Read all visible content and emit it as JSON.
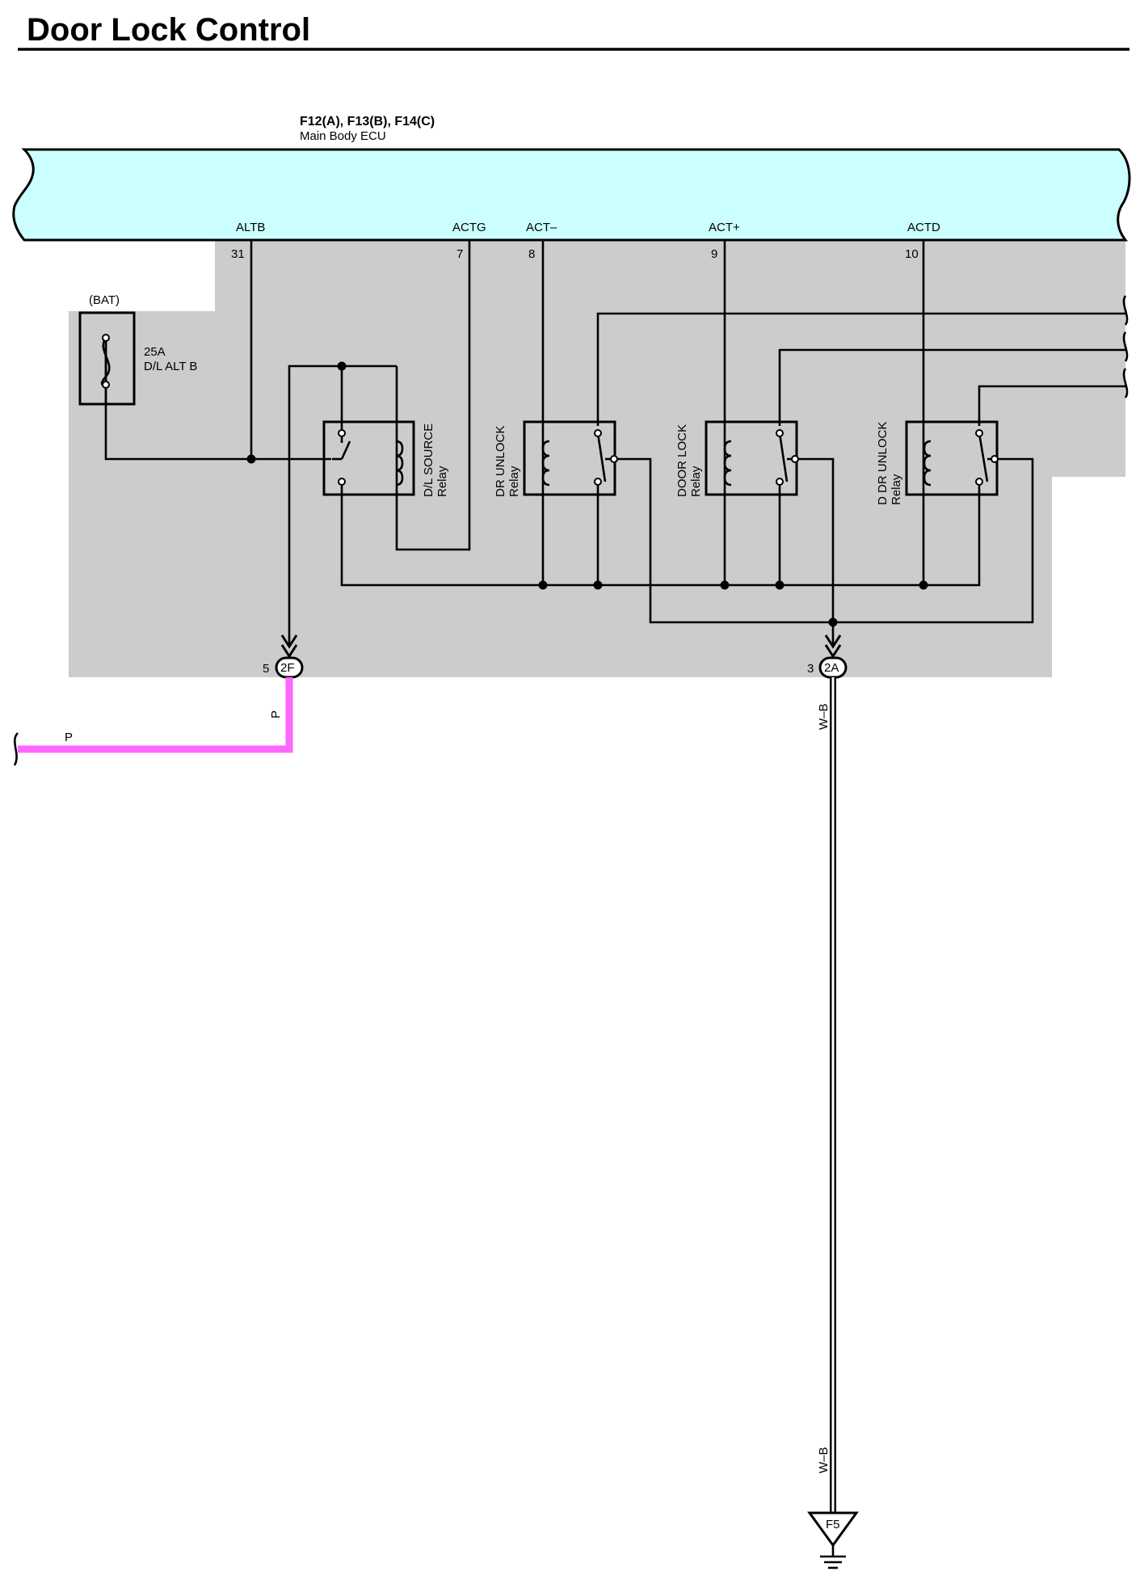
{
  "title": "Door Lock Control",
  "ecu": {
    "connectors": "F12(A), F13(B), F14(C)",
    "name": "Main Body ECU",
    "terminals": [
      {
        "name": "ALTB",
        "pin": "31"
      },
      {
        "name": "ACTG",
        "pin": "7"
      },
      {
        "name": "ACT–",
        "pin": "8"
      },
      {
        "name": "ACT+",
        "pin": "9"
      },
      {
        "name": "ACTD",
        "pin": "10"
      }
    ]
  },
  "fuse": {
    "source": "(BAT)",
    "rating": "25A",
    "name": "D/L ALT B"
  },
  "relays": [
    {
      "name": "D/L SOURCE",
      "suffix": "Relay"
    },
    {
      "name": "DR UNLOCK",
      "suffix": "Relay"
    },
    {
      "name": "DOOR LOCK",
      "suffix": "Relay"
    },
    {
      "name": "D DR UNLOCK",
      "suffix": "Relay"
    }
  ],
  "junctions": [
    {
      "pin": "5",
      "id": "2F"
    },
    {
      "pin": "3",
      "id": "2A"
    }
  ],
  "wires": {
    "pink_vertical": "P",
    "pink_horizontal": "P",
    "ground_upper": "W–B",
    "ground_lower": "W–B"
  },
  "colors": {
    "ecu_fill": "#ccffff",
    "panel_fill": "#cccccc",
    "wire_pink": "#ff66ff"
  },
  "ground": {
    "id": "F5"
  }
}
